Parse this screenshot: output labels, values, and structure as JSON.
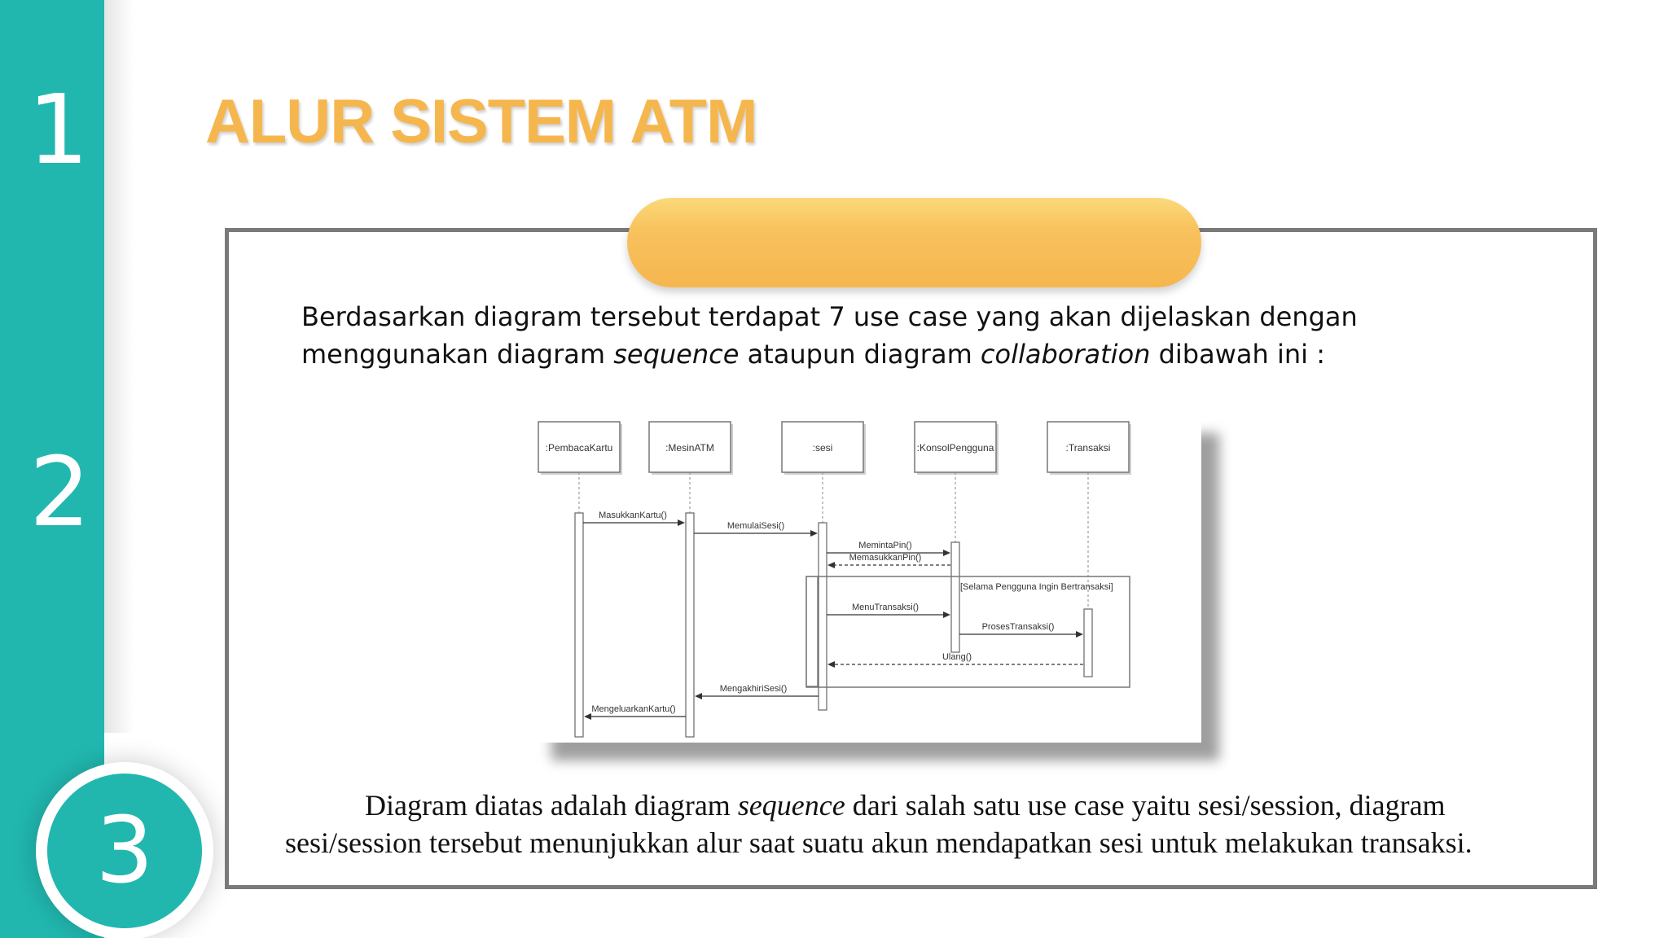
{
  "nav": {
    "items": [
      "1",
      "2",
      "3"
    ],
    "active": "3",
    "accent": "#21b7af"
  },
  "title": {
    "text": "ALUR SISTEM ATM",
    "color": "#f6b64e"
  },
  "intro": {
    "part1": "Berdasarkan diagram tersebut terdapat 7 use case yang akan dijelaskan dengan menggunakan diagram ",
    "em1": "sequence",
    "part2": " ataupun diagram ",
    "em2": "collaboration",
    "part3": " dibawah ini :"
  },
  "diagram": {
    "lifelines": [
      ":PembacaKartu",
      ":MesinATM",
      ":sesi",
      ":KonsolPengguna",
      ":Transaksi"
    ],
    "messages": [
      {
        "label": "MasukkanKartu()",
        "from": 0,
        "to": 1,
        "kind": "sync"
      },
      {
        "label": "MemulaiSesi()",
        "from": 1,
        "to": 2,
        "kind": "sync"
      },
      {
        "label": "MemintaPin()",
        "from": 2,
        "to": 3,
        "kind": "sync"
      },
      {
        "label": "MemasukkanPin()",
        "from": 3,
        "to": 2,
        "kind": "return"
      },
      {
        "label": "MenuTransaksi()",
        "from": 2,
        "to": 3,
        "kind": "sync"
      },
      {
        "label": "ProsesTransaksi()",
        "from": 3,
        "to": 4,
        "kind": "sync"
      },
      {
        "label": "Ulang()",
        "from": 4,
        "to": 2,
        "kind": "return"
      },
      {
        "label": "MengakhiriSesi()",
        "from": 2,
        "to": 1,
        "kind": "sync"
      },
      {
        "label": "MengeluarkanKartu()",
        "from": 1,
        "to": 0,
        "kind": "sync"
      }
    ],
    "loop_guard": "[Selama Pengguna Ingin Bertransaksi]"
  },
  "caption": {
    "part1": "Diagram diatas adalah diagram ",
    "em": "sequence",
    "part2": " dari salah satu use case yaitu sesi/session, diagram sesi/session tersebut menunjukkan alur saat suatu akun mendapatkan sesi untuk melakukan transaksi."
  }
}
